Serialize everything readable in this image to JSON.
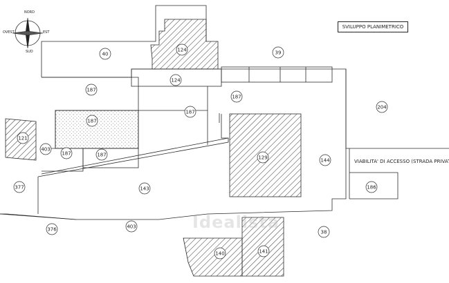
{
  "title": "SVILUPPO PLANIMETRICO",
  "access_label": "VIABILITA' DI ACCESSO (STRADA PRIVATA)",
  "watermark": "Idealista",
  "compass": {
    "north": "NORD",
    "south": "SUD",
    "east": "EST",
    "west": "OVEST"
  },
  "parcels": [
    {
      "id": "parcel-40",
      "label": "40"
    },
    {
      "id": "parcel-39",
      "label": "39"
    },
    {
      "id": "parcel-124",
      "label": "124"
    },
    {
      "id": "parcel-124-b",
      "label": "124"
    },
    {
      "id": "parcel-187-a",
      "label": "187"
    },
    {
      "id": "parcel-187-b",
      "label": "187"
    },
    {
      "id": "parcel-187-c",
      "label": "187"
    },
    {
      "id": "parcel-187-d",
      "label": "187"
    },
    {
      "id": "parcel-187-e",
      "label": "187"
    },
    {
      "id": "parcel-187-f",
      "label": "187"
    },
    {
      "id": "parcel-204",
      "label": "204"
    },
    {
      "id": "parcel-121",
      "label": "121"
    },
    {
      "id": "parcel-403",
      "label": "403"
    },
    {
      "id": "parcel-129",
      "label": "129"
    },
    {
      "id": "parcel-144",
      "label": "144"
    },
    {
      "id": "parcel-186",
      "label": "186"
    },
    {
      "id": "parcel-377",
      "label": "377"
    },
    {
      "id": "parcel-143",
      "label": "143"
    },
    {
      "id": "parcel-376",
      "label": "376"
    },
    {
      "id": "parcel-403-b",
      "label": "403"
    },
    {
      "id": "parcel-38",
      "label": "38"
    },
    {
      "id": "parcel-140",
      "label": "140"
    },
    {
      "id": "parcel-141",
      "label": "141"
    }
  ],
  "colors": {
    "line": "#2a2a2a",
    "hatch": "#333333",
    "dotted": "#9a9a9a"
  }
}
